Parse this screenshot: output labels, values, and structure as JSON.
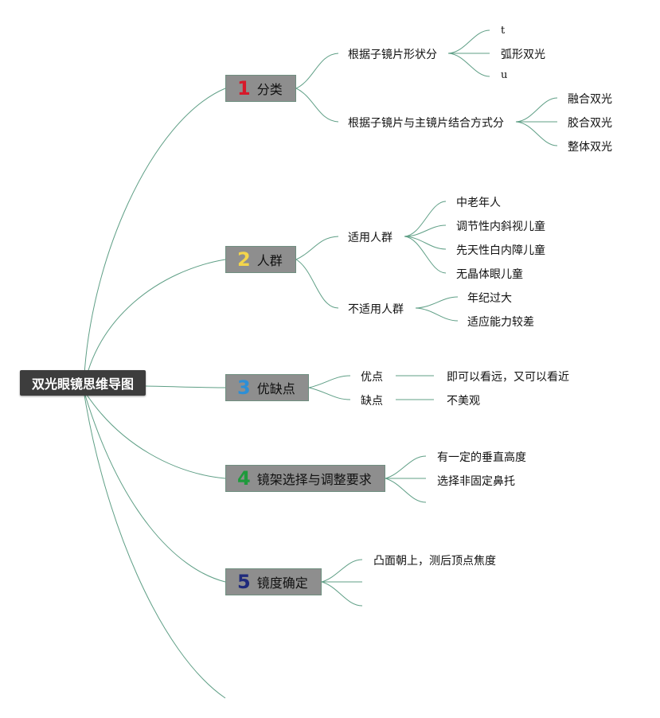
{
  "root": {
    "label": "双光眼镜思维导图"
  },
  "branches": [
    {
      "num": "1",
      "num_color": "#d7192a",
      "label": "分类"
    },
    {
      "num": "2",
      "num_color": "#f3d54b",
      "label": "人群"
    },
    {
      "num": "3",
      "num_color": "#2d8fd6",
      "label": "优缺点"
    },
    {
      "num": "4",
      "num_color": "#1f9a3c",
      "label": "镜架选择与调整要求"
    },
    {
      "num": "5",
      "num_color": "#1f2a7c",
      "label": "镜度确定"
    }
  ],
  "b1": {
    "shape": {
      "label": "根据子镜片形状分",
      "items": [
        "t",
        "弧形双光",
        "u"
      ]
    },
    "combine": {
      "label": "根据子镜片与主镜片结合方式分",
      "items": [
        "融合双光",
        "胶合双光",
        "整体双光"
      ]
    }
  },
  "b2": {
    "suitable": {
      "label": "适用人群",
      "items": [
        "中老年人",
        "调节性内斜视儿童",
        "先天性白内障儿童",
        "无晶体眼儿童"
      ]
    },
    "unsuitable": {
      "label": "不适用人群",
      "items": [
        "年纪过大",
        "适应能力较差"
      ]
    }
  },
  "b3": {
    "pros": {
      "label": "优点",
      "value": "即可以看远，又可以看近"
    },
    "cons": {
      "label": "缺点",
      "value": "不美观"
    }
  },
  "b4": {
    "items": [
      "有一定的垂直高度",
      "选择非固定鼻托"
    ]
  },
  "b5": {
    "items": [
      "凸面朝上，测后顶点焦度"
    ]
  },
  "colors": {
    "line": "#5f9f86",
    "root_bg": "#3d3d3d",
    "branch_bg": "#8e8e8e"
  }
}
